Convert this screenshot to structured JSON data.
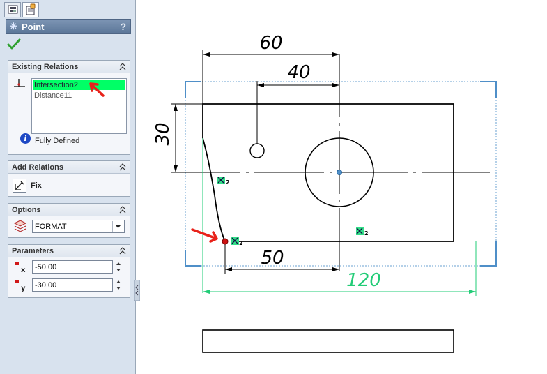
{
  "feature_manager": {
    "tabs": [
      {
        "name": "featuremanager-tree-icon",
        "active": false
      },
      {
        "name": "propertymanager-icon",
        "active": true
      }
    ]
  },
  "property_manager": {
    "title": "Point",
    "help": "?",
    "icon": "point-asterisk-icon"
  },
  "existing_relations": {
    "title": "Existing Relations",
    "items": [
      "Intersection2",
      "Distance11"
    ],
    "selected_index": 0,
    "status": "Fully Defined"
  },
  "add_relations": {
    "title": "Add Relations",
    "fix_label": "Fix"
  },
  "options": {
    "title": "Options",
    "layer_value": "FORMAT"
  },
  "parameters": {
    "title": "Parameters",
    "x_label": "x",
    "y_label": "y",
    "x_value": "-50.00",
    "y_value": "-30.00"
  },
  "drawing": {
    "dimensions": {
      "d60": "60",
      "d40": "40",
      "d30": "30",
      "d50": "50",
      "d120": "120"
    },
    "relation_markers": [
      "2",
      "2",
      "2"
    ],
    "colors": {
      "sketch": "#000000",
      "driven_dim": "#22cc77",
      "selection": "#00ff66",
      "frame": "#4f8fc8",
      "point": "#cc1111",
      "arrow": "#e8221a"
    }
  }
}
